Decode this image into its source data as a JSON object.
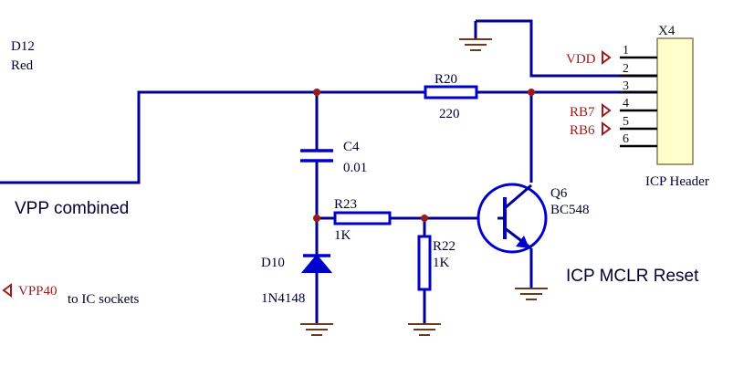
{
  "nets": {
    "d12_ref": "D12",
    "d12_color": "Red",
    "vpp_combined": "VPP combined",
    "vpp40_port": "VPP40",
    "vpp40_note": "to IC sockets"
  },
  "components": {
    "r20": {
      "ref": "R20",
      "value": "220"
    },
    "c4": {
      "ref": "C4",
      "value": "0.01"
    },
    "r23": {
      "ref": "R23",
      "value": "1K"
    },
    "r22": {
      "ref": "R22",
      "value": "1K"
    },
    "d10": {
      "ref": "D10",
      "value": "1N4148"
    },
    "q6": {
      "ref": "Q6",
      "value": "BC548"
    }
  },
  "header": {
    "ref": "X4",
    "caption": "ICP Header",
    "pins": [
      "1",
      "2",
      "3",
      "4",
      "5",
      "6"
    ],
    "ports": {
      "vdd": "VDD",
      "rb7": "RB7",
      "rb6": "RB6"
    }
  },
  "section_title": "ICP MCLR Reset",
  "colors": {
    "wire": "#000099",
    "component": "#0000cc",
    "junction": "#9b1b1b",
    "port_text": "#9b1b1b",
    "header_fill": "#ffffcc"
  }
}
